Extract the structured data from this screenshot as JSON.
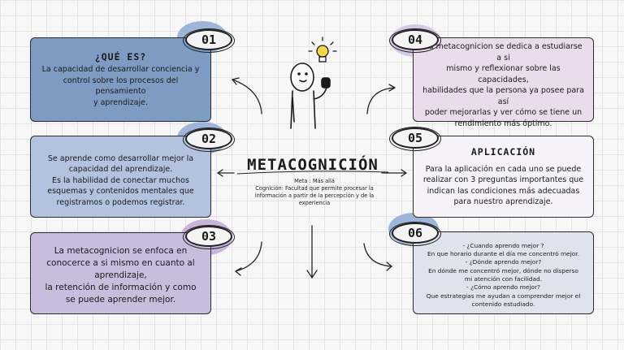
{
  "title": "METACOGNICIÓN",
  "subtitle": {
    "line1": "Meta : Más allá",
    "line2": "Cognición: Facultad que permite procesar la",
    "line3": "información a partir de la percepción y de la",
    "line4": "experiencia"
  },
  "colors": {
    "card1": "#7e9cc3",
    "card2": "#b3c2df",
    "card3": "#c7bede",
    "card4": "#eadcec",
    "card5": "#f5f3f8",
    "card6": "#dfe3ee",
    "blob_blue": "#9eb4d8",
    "blob_purple": "#c9b4dd",
    "blob_lilac": "#d7c8e6"
  },
  "cards": {
    "c01": {
      "badge": "01",
      "heading": "¿QUÉ ES?",
      "lines": [
        "La capacidad de desarrollar conciencia y",
        "control sobre los procesos del pensamiento",
        "y aprendizaje."
      ]
    },
    "c02": {
      "badge": "02",
      "lines": [
        "Se aprende como desarrollar mejor la",
        "capacidad del aprendizaje.",
        "Es la habilidad de conectar muchos",
        "esquemas y contenidos mentales que",
        "registramos o podemos registrar."
      ]
    },
    "c03": {
      "badge": "03",
      "lines": [
        "La metacognicion se enfoca en",
        "conocerce a si mismo en cuanto al",
        "aprendizaje,",
        "la retención de información y como",
        "se puede aprender mejor."
      ]
    },
    "c04": {
      "badge": "04",
      "lines": [
        "La metacognicion se dedica a estudiarse a si",
        "mismo y reflexionar sobre las capacidades,",
        "habilidades que la persona ya posee para así",
        "poder mejorarlas y ver cómo se tiene un",
        "rendimiento más óptimo."
      ]
    },
    "c05": {
      "badge": "05",
      "heading": "APLICACIÓN",
      "lines": [
        "Para la aplicación en cada uno se puede",
        "realizar con 3 preguntas importantes que",
        "indican las condiciones más adecuadas",
        "para nuestro aprendizaje."
      ]
    },
    "c06": {
      "badge": "06",
      "lines": [
        "- ¿Cuando aprendo mejor ?",
        "En que horario durante el día me concentró mejor.",
        "- ¿Dónde aprendo mejor?",
        "En dónde me concentró mejor, dónde no disperso",
        "mi atención con facilidad.",
        "- ¿Cómo aprendo mejor?",
        "Que estrategias me ayudan a comprender mejor el",
        "contenido estudiado."
      ]
    }
  }
}
